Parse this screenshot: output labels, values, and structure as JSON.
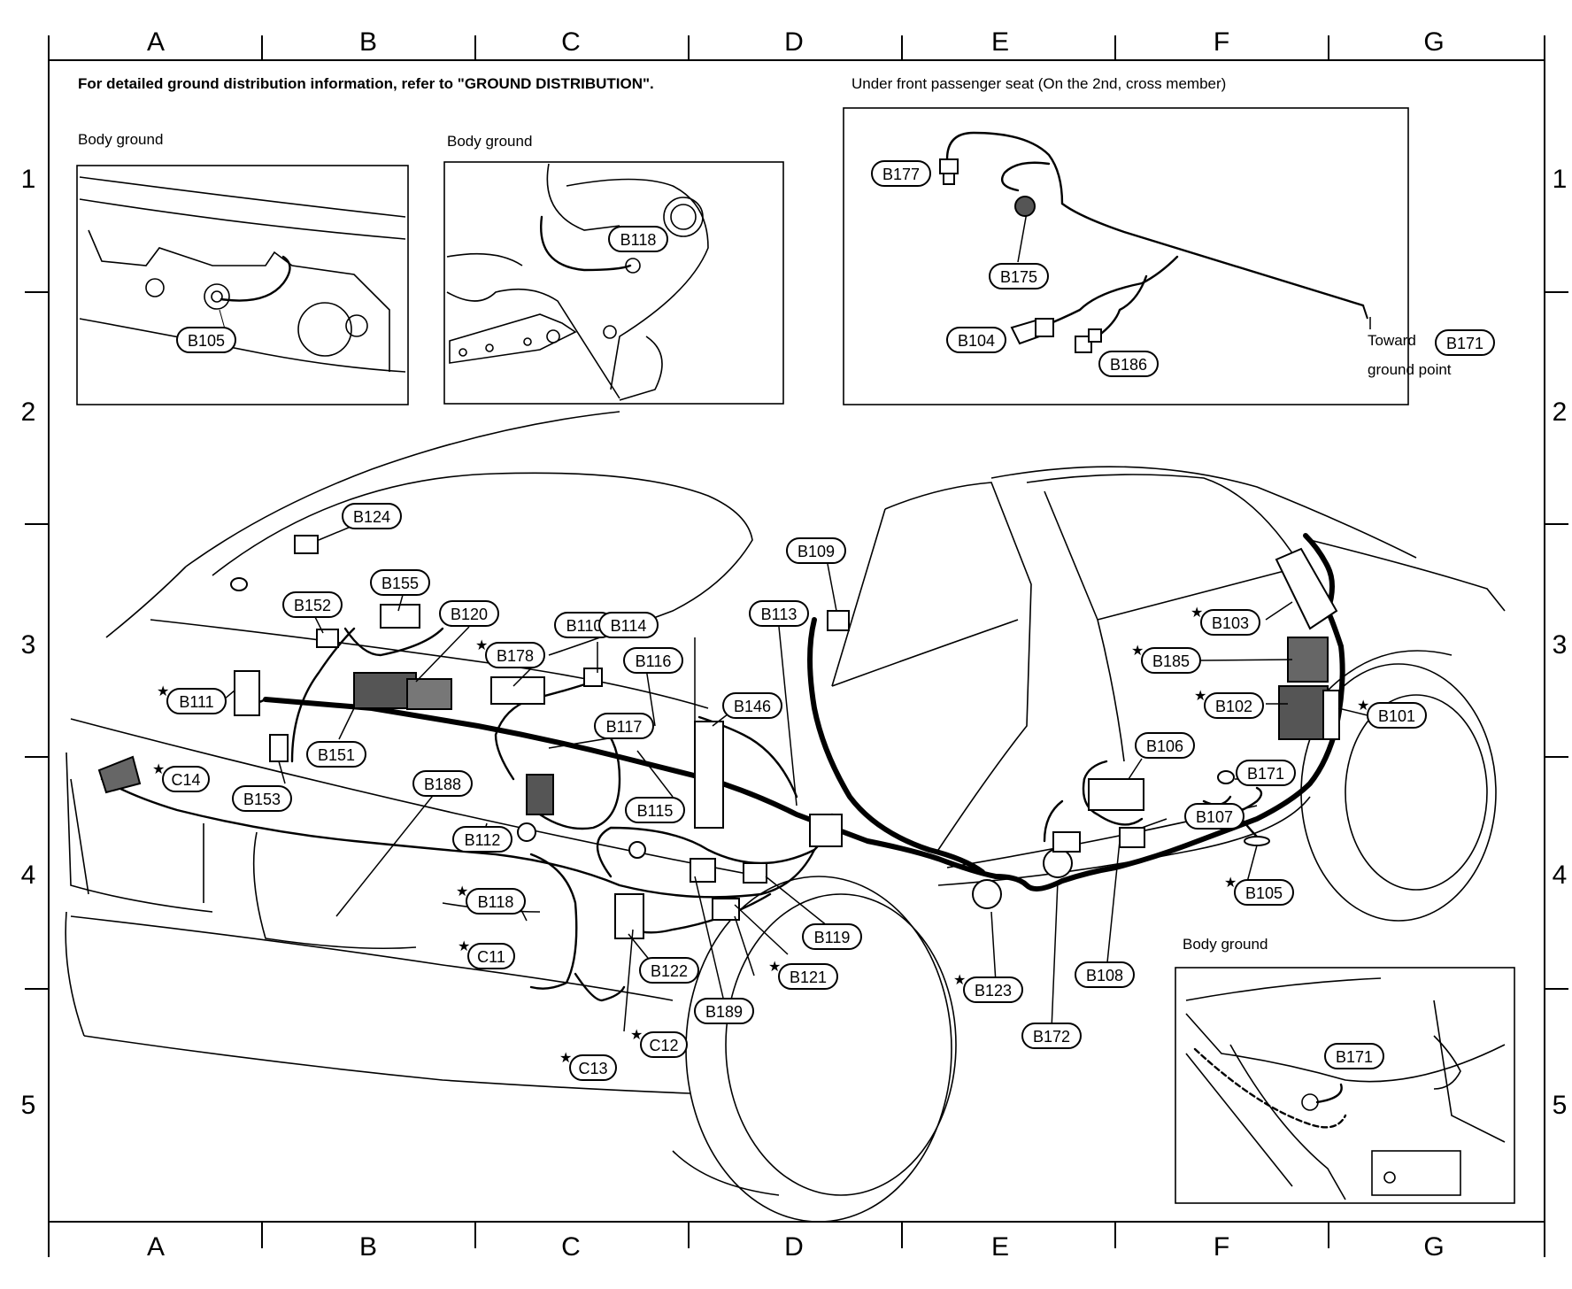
{
  "grid": {
    "columns": [
      "A",
      "B",
      "C",
      "D",
      "E",
      "F",
      "G"
    ],
    "rows": [
      "1",
      "2",
      "3",
      "4",
      "5"
    ]
  },
  "header": {
    "note_bold": "For detailed ground distribution information, refer to \"GROUND DISTRIBUTION\".",
    "note_plain": "Under front passenger seat (On the 2nd, cross member)"
  },
  "insets": {
    "body_ground_1": {
      "title": "Body ground",
      "connectors": [
        "B105"
      ]
    },
    "body_ground_2": {
      "title": "Body ground",
      "connectors": [
        "B118"
      ]
    },
    "under_seat": {
      "connectors": [
        "B177",
        "B175",
        "B104",
        "B186"
      ],
      "toward_label": "Toward",
      "toward_connector": "B171",
      "ground_point_label": "ground point"
    },
    "body_ground_3": {
      "title": "Body ground",
      "connectors": [
        "B171"
      ]
    }
  },
  "main_connectors": [
    {
      "id": "B124",
      "star": false
    },
    {
      "id": "B155",
      "star": false
    },
    {
      "id": "B152",
      "star": false
    },
    {
      "id": "B120",
      "star": false
    },
    {
      "id": "B178",
      "star": true
    },
    {
      "id": "B110",
      "star": false
    },
    {
      "id": "B114",
      "star": false
    },
    {
      "id": "B116",
      "star": false
    },
    {
      "id": "B113",
      "star": false
    },
    {
      "id": "B109",
      "star": false
    },
    {
      "id": "B111",
      "star": true
    },
    {
      "id": "B151",
      "star": false
    },
    {
      "id": "B153",
      "star": false
    },
    {
      "id": "C14",
      "star": true
    },
    {
      "id": "B188",
      "star": false
    },
    {
      "id": "B117",
      "star": false
    },
    {
      "id": "B146",
      "star": false
    },
    {
      "id": "B115",
      "star": false
    },
    {
      "id": "B112",
      "star": false
    },
    {
      "id": "B118",
      "star": true
    },
    {
      "id": "C11",
      "star": true
    },
    {
      "id": "B122",
      "star": false
    },
    {
      "id": "B119",
      "star": false
    },
    {
      "id": "B121",
      "star": true
    },
    {
      "id": "B189",
      "star": false
    },
    {
      "id": "C12",
      "star": true
    },
    {
      "id": "C13",
      "star": true
    },
    {
      "id": "B123",
      "star": true
    },
    {
      "id": "B172",
      "star": false
    },
    {
      "id": "B108",
      "star": false
    },
    {
      "id": "B106",
      "star": false
    },
    {
      "id": "B107",
      "star": false
    },
    {
      "id": "B171",
      "star": false
    },
    {
      "id": "B105",
      "star": true
    },
    {
      "id": "B103",
      "star": true
    },
    {
      "id": "B185",
      "star": true
    },
    {
      "id": "B102",
      "star": true
    },
    {
      "id": "B101",
      "star": true
    }
  ]
}
